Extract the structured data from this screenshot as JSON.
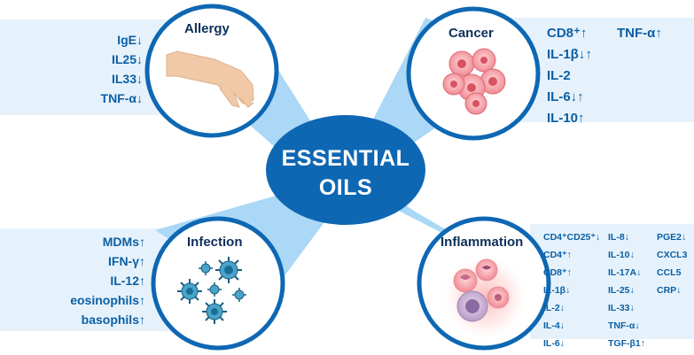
{
  "center": {
    "line1": "ESSENTIAL",
    "line2": "OILS"
  },
  "allergy": {
    "title": "Allergy",
    "items": [
      "IgE↓",
      "IL25↓",
      "IL33↓",
      "TNF-α↓"
    ]
  },
  "cancer": {
    "title": "Cancer",
    "items": [
      "CD8⁺↑",
      "IL-1β↓↑",
      "IL-2",
      "IL-6↓↑",
      "IL-10↑"
    ],
    "extra": "TNF-α↑"
  },
  "infection": {
    "title": "Infection",
    "items": [
      "MDMs↑",
      "IFN-γ↑",
      "IL-12↑",
      "eosinophils↑",
      "basophils↑"
    ]
  },
  "inflammation": {
    "title": "Inflammation",
    "col1": [
      "CD4⁺CD25⁺↓",
      "CD4⁺↑",
      "CD8⁺↑",
      "IL-1β↓",
      "IL-2↓",
      "IL-4↓",
      "IL-6↓"
    ],
    "col2": [
      "IL-8↓",
      "IL-10↓",
      "IL-17A↓",
      "IL-25↓",
      "IL-33↓",
      "TNF-α↓",
      "TGF-β1↑"
    ],
    "col3": [
      "PGE2↓",
      "CXCL3",
      "CCL5",
      "CRP↓"
    ]
  },
  "colors": {
    "accent": "#0b5fa5",
    "ring": "#0e67b3",
    "ray": "#aad8f6",
    "panel": "#e6f2fb",
    "center": "#0e67b3"
  },
  "icons": [
    "hand-icon",
    "cancer-cells-icon",
    "virus-icon",
    "immune-cells-icon"
  ]
}
